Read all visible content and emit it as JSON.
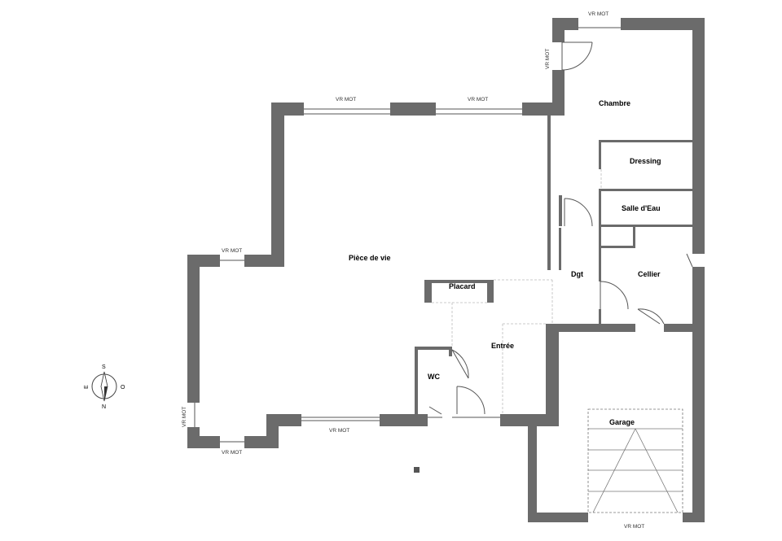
{
  "rooms": {
    "piece_de_vie": "Pièce de vie",
    "chambre": "Chambre",
    "dressing": "Dressing",
    "salle_deau": "Salle d'Eau",
    "dgt": "Dgt",
    "cellier": "Cellier",
    "placard": "Placard",
    "entree": "Entrée",
    "wc": "WC",
    "garage": "Garage"
  },
  "shutter_label": "VR MOT",
  "compass": {
    "n": "N",
    "s": "S",
    "e": "E",
    "o": "O"
  },
  "colors": {
    "wall": "#6b6b6b",
    "partition": "#6b6b6b",
    "line": "#555555"
  }
}
